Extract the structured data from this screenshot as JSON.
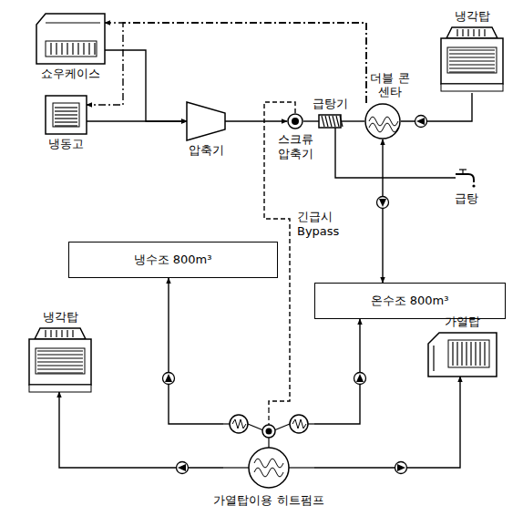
{
  "diagram": {
    "nodes": [
      {
        "text": [
          "쇼우케이스"
        ]
      },
      {
        "text": [
          "냉동고"
        ]
      },
      {
        "text": [
          "압축기"
        ]
      },
      {
        "text": [
          "스크류 압축기"
        ]
      },
      {
        "text": [
          "급탕기"
        ]
      },
      {
        "text": [
          "더블 콘센타"
        ]
      },
      {
        "text": [
          "냉각탑"
        ]
      },
      {
        "text": [
          "급탕"
        ]
      },
      {
        "text": [
          "냉수조 800m³"
        ]
      },
      {
        "text": [
          "온수조 800m³"
        ]
      },
      {
        "text": [
          "냉각탑"
        ]
      },
      {
        "text": [
          "가열탑"
        ]
      },
      {
        "text": [
          "가열탑이용 히트펌프"
        ]
      }
    ],
    "edges": [
      {
        "from": 1,
        "to": 2,
        "arrow": "to"
      },
      {
        "from": 0,
        "to": 2,
        "arrow": "to"
      },
      {
        "from": 2,
        "to": 3,
        "arrow": "to"
      },
      {
        "from": 3,
        "to": 4,
        "arrow": "none"
      },
      {
        "from": 4,
        "to": 5,
        "arrow": "none"
      },
      {
        "from": 6,
        "to": 5,
        "arrow": "none"
      },
      {
        "from": 5,
        "to": 9,
        "arrow": "both"
      },
      {
        "from": 4,
        "to": 7,
        "arrow": "none"
      },
      {
        "from": 5,
        "to": 0,
        "arrow": "to"
      },
      {
        "from": 5,
        "to": 1,
        "arrow": "to"
      },
      {
        "from": 3,
        "to": 12,
        "arrow": "none",
        "label": "긴급시 Bypass"
      },
      {
        "from": 12,
        "to": 8,
        "arrow": "to"
      },
      {
        "from": 12,
        "to": 9,
        "arrow": "to"
      },
      {
        "from": 12,
        "to": 10,
        "arrow": "to"
      },
      {
        "from": 12,
        "to": 11,
        "arrow": "to"
      }
    ]
  }
}
